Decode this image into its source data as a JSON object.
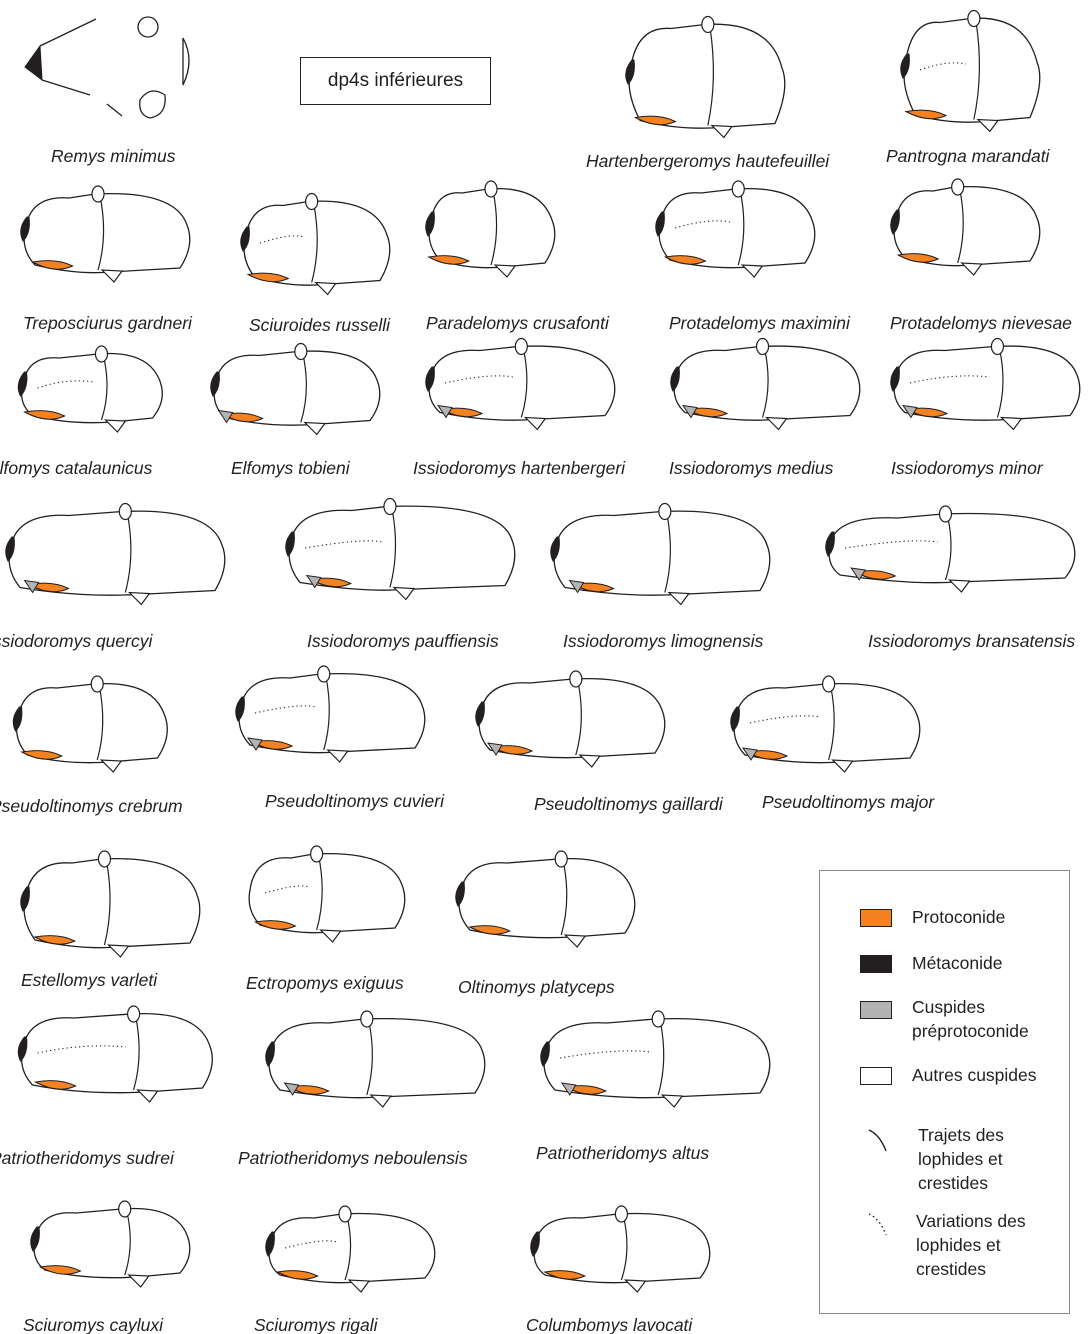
{
  "title": "dp4s inférieures",
  "colors": {
    "protoconide": "#f58220",
    "metaconide": "#231f20",
    "preprotoconide": "#b3b3b3",
    "other": "#ffffff",
    "line": "#231f20"
  },
  "species": [
    "Remys minimus",
    "Hartenbergeromys hautefeuillei",
    "Pantrogna marandati",
    "Treposciurus gardneri",
    "Sciuroides russelli",
    "Paradelomys crusafonti",
    "Protadelomys maximini",
    "Protadelomys nievesae",
    "Elfomys catalaunicus",
    "Elfomys tobieni",
    "Issiodoromys hartenbergeri",
    "Issiodoromys medius",
    "Issiodoromys minor",
    "Issiodoromys quercyi",
    "Issiodoromys pauffiensis",
    "Issiodoromys limognensis",
    "Issiodoromys bransatensis",
    "Pseudoltinomys crebrum",
    "Pseudoltinomys cuvieri",
    "Pseudoltinomys gaillardi",
    "Pseudoltinomys major",
    "Estellomys varleti",
    "Ectropomys exiguus",
    "Oltinomys platyceps",
    "Patriotheridomys sudrei",
    "Patriotheridomys neboulensis",
    "Patriotheridomys altus",
    "Sciuromys cayluxi",
    "Sciuromys rigali",
    "Columbomys lavocati"
  ],
  "legend": {
    "protoconide": "Protoconide",
    "metaconide": "Métaconide",
    "preprotoconide": "Cuspides préprotoconide",
    "other": "Autres cuspides",
    "lophides": "Trajets des lophides et crestides",
    "variations": "Variations des lophides et crestides"
  }
}
